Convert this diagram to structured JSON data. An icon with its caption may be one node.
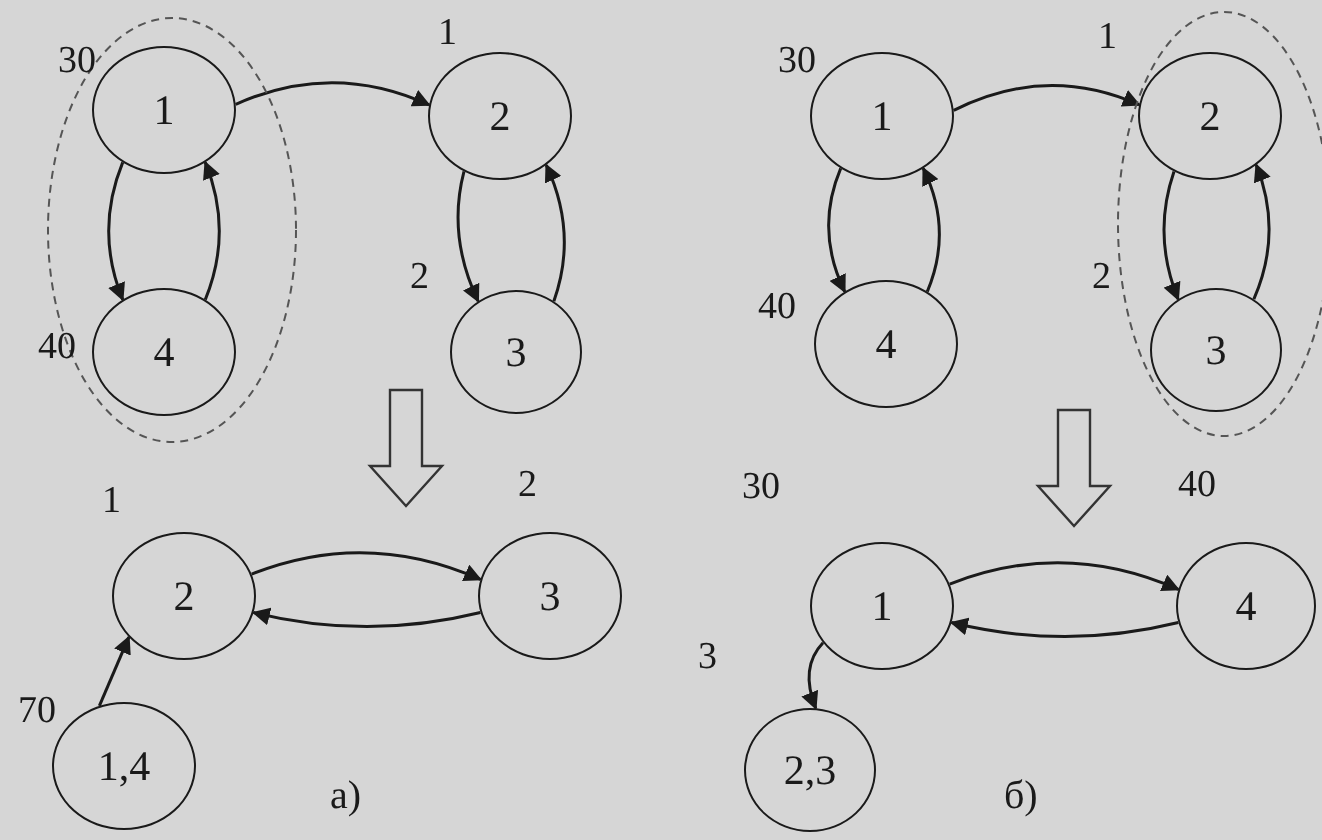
{
  "diagram": {
    "nodes": [
      {
        "text": [],
        "shape": "ellipse"
      },
      {
        "text": [
          "1"
        ],
        "in": 0,
        "beside": [
          "30"
        ]
      },
      {
        "text": [
          "4"
        ],
        "in": 0,
        "beside": [
          "40"
        ]
      },
      {
        "text": [
          "2"
        ],
        "beside": [
          "1"
        ]
      },
      {
        "text": [
          "3"
        ],
        "beside": [
          "2"
        ]
      },
      {
        "text": [
          "2"
        ],
        "beside": [
          "1"
        ]
      },
      {
        "text": [
          "3"
        ],
        "beside": [
          "2"
        ]
      },
      {
        "text": [
          "1,4"
        ],
        "beside": [
          "70"
        ]
      },
      {
        "text": [
          "1"
        ],
        "beside": [
          "30"
        ]
      },
      {
        "text": [
          "4"
        ],
        "beside": [
          "40"
        ]
      },
      {
        "text": [],
        "shape": "ellipse"
      },
      {
        "text": [
          "2"
        ],
        "in": 10,
        "beside": [
          "1"
        ]
      },
      {
        "text": [
          "3"
        ],
        "in": 10,
        "beside": [
          "2"
        ]
      },
      {
        "text": [
          "1"
        ],
        "beside": [
          "30"
        ]
      },
      {
        "text": [
          "4"
        ],
        "beside": [
          "40"
        ]
      },
      {
        "text": [
          "2,3"
        ],
        "beside": [
          "3"
        ]
      }
    ],
    "edges": [
      {
        "from": 1,
        "to": 3,
        "arrow": "to"
      },
      {
        "from": 1,
        "to": 2,
        "arrow": "to"
      },
      {
        "from": 2,
        "to": 1,
        "arrow": "to"
      },
      {
        "from": 3,
        "to": 4,
        "arrow": "to"
      },
      {
        "from": 4,
        "to": 3,
        "arrow": "to"
      },
      {
        "from": 5,
        "to": 6,
        "arrow": "to"
      },
      {
        "from": 6,
        "to": 5,
        "arrow": "to"
      },
      {
        "from": 7,
        "to": 5,
        "arrow": "to"
      },
      {
        "from": 8,
        "to": 11,
        "arrow": "to"
      },
      {
        "from": 8,
        "to": 9,
        "arrow": "to"
      },
      {
        "from": 9,
        "to": 8,
        "arrow": "to"
      },
      {
        "from": 11,
        "to": 12,
        "arrow": "to"
      },
      {
        "from": 12,
        "to": 11,
        "arrow": "to"
      },
      {
        "from": 13,
        "to": 14,
        "arrow": "to"
      },
      {
        "from": 14,
        "to": 13,
        "arrow": "to"
      },
      {
        "from": 13,
        "to": 15,
        "arrow": "to"
      }
    ],
    "labels": [
      "а)",
      "б)"
    ]
  }
}
